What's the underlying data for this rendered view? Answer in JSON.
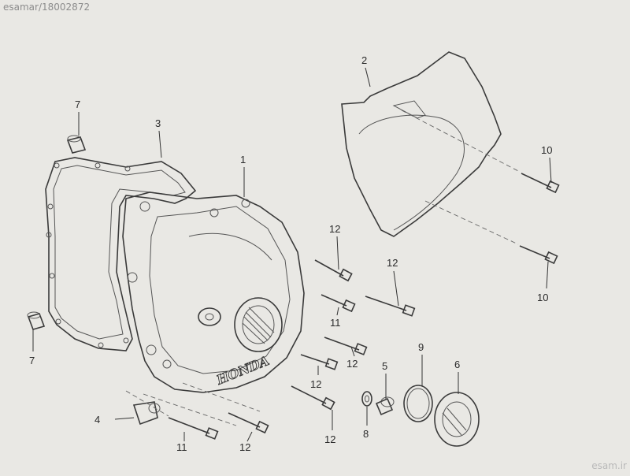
{
  "watermark": "esamar/18002872",
  "brand": "esam.ir",
  "cover_logo": "HONDA",
  "callouts": [
    "1",
    "2",
    "3",
    "4",
    "5",
    "6",
    "7",
    "7",
    "8",
    "9",
    "10",
    "10",
    "11",
    "11",
    "12",
    "12",
    "12",
    "12",
    "12",
    "12"
  ]
}
